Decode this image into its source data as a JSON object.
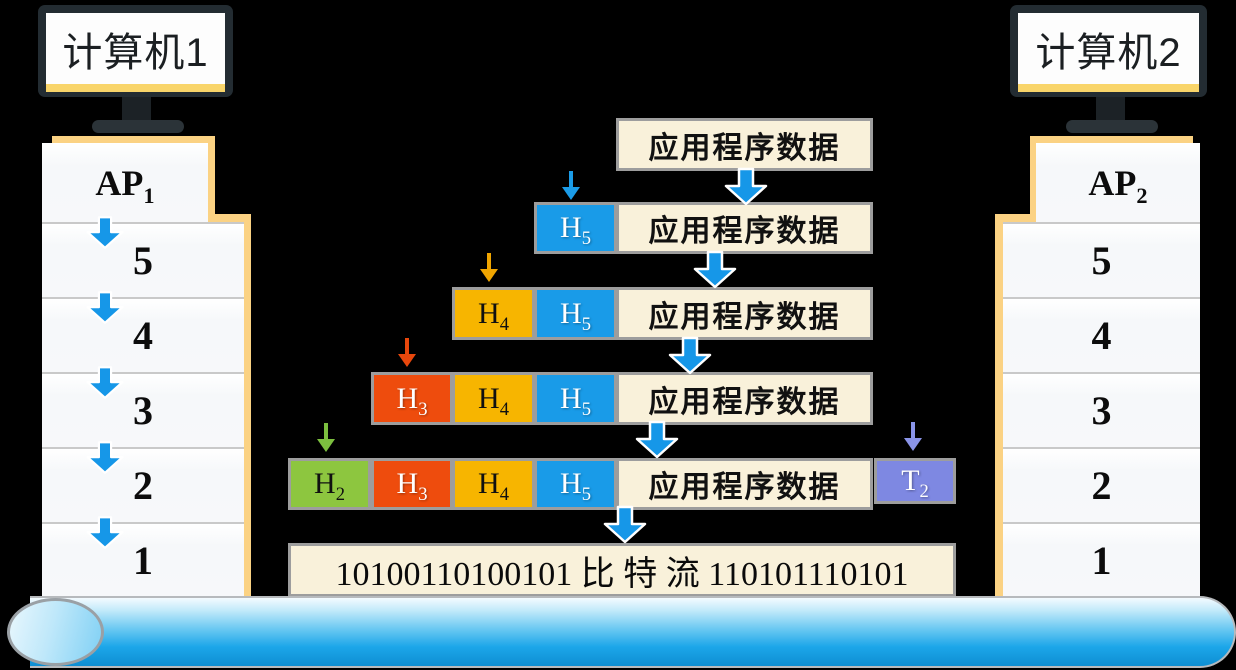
{
  "palette": {
    "background": "#000000",
    "h5_blue": "#199be8",
    "h4_amber": "#f7b500",
    "h3_orange": "#ee4c0d",
    "h2_green": "#8dc63f",
    "t2_purple": "#7e88e2",
    "data_box_beige": "#f9f1da",
    "box_border_gray": "#9d9d9d",
    "stack_shadow_yellow": "#fbd283",
    "panel_white": "#f7f8fa",
    "big_arrow_blue": "#1697e8",
    "thin_arrow_blue": "#1b9ce8",
    "thin_arrow_amber": "#f0a500",
    "thin_arrow_red": "#e8470c",
    "thin_arrow_green": "#7cbf3f",
    "thin_arrow_purple": "#8a94e8",
    "pipe_blue": "#1ca6e9",
    "monitor_frame": "#232c32",
    "monitor_strip_yellow": "#f9d56a"
  },
  "icons": {
    "monitor": "css-shape",
    "big_down_arrow": "svg-polygon",
    "thin_down_arrow": "svg-stem-triangle",
    "pipe": "css-cylinder"
  },
  "computers": {
    "left_label": "计算机1",
    "right_label": "计算机2"
  },
  "left_stack": {
    "ap_base": "AP",
    "ap_sub": "1",
    "layers": [
      "5",
      "4",
      "3",
      "2",
      "1"
    ]
  },
  "right_stack": {
    "ap_base": "AP",
    "ap_sub": "2",
    "layers": [
      "5",
      "4",
      "3",
      "2",
      "1"
    ]
  },
  "encapsulation": {
    "rows": [
      {
        "data_label": "应用程序数据",
        "headers": []
      },
      {
        "data_label": "应用程序数据",
        "headers": [
          {
            "base": "H",
            "sub": "5"
          }
        ]
      },
      {
        "data_label": "应用程序数据",
        "headers": [
          {
            "base": "H",
            "sub": "4"
          },
          {
            "base": "H",
            "sub": "5"
          }
        ]
      },
      {
        "data_label": "应用程序数据",
        "headers": [
          {
            "base": "H",
            "sub": "3"
          },
          {
            "base": "H",
            "sub": "4"
          },
          {
            "base": "H",
            "sub": "5"
          }
        ]
      },
      {
        "data_label": "应用程序数据",
        "headers": [
          {
            "base": "H",
            "sub": "2"
          },
          {
            "base": "H",
            "sub": "3"
          },
          {
            "base": "H",
            "sub": "4"
          },
          {
            "base": "H",
            "sub": "5"
          }
        ],
        "trailer": {
          "base": "T",
          "sub": "2"
        }
      }
    ],
    "bitstream_label": "10100110100101 比 特 流 110101110101"
  }
}
